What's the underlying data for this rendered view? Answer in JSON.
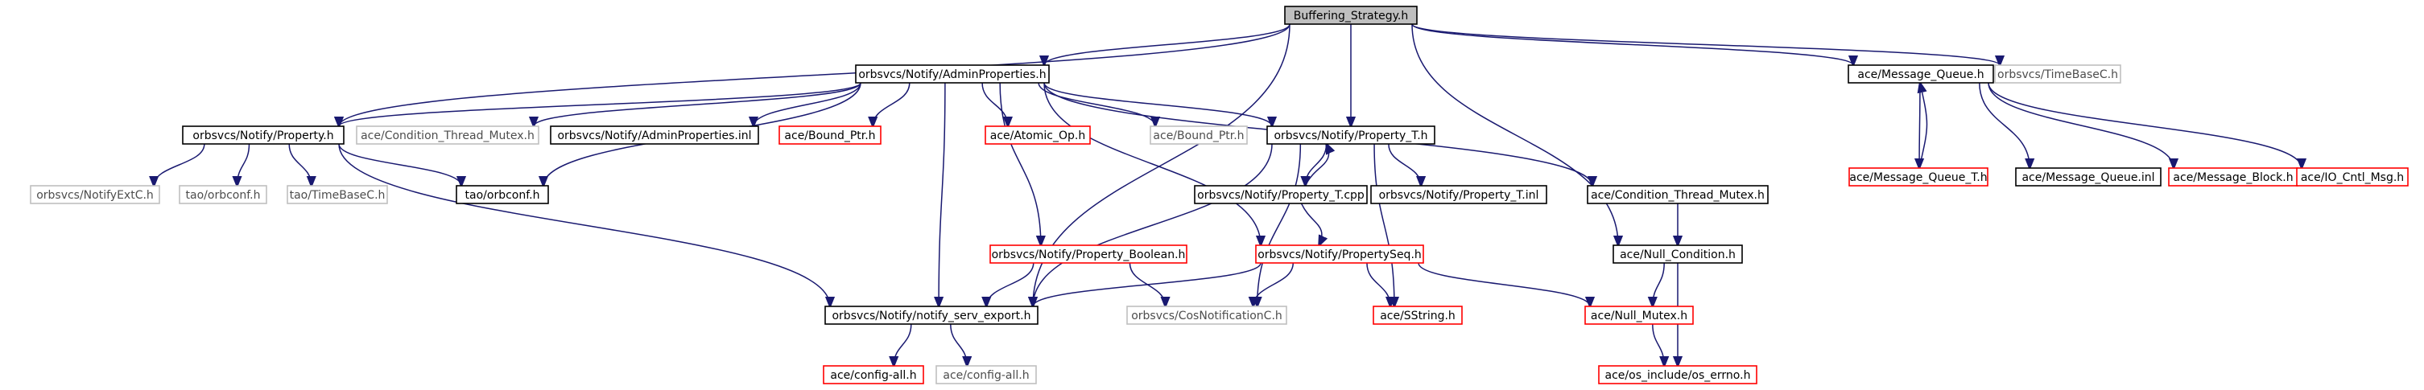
{
  "graph": {
    "nodes": [
      {
        "id": "root",
        "label": "Buffering_Strategy.h",
        "style": "black",
        "fill": "#bfbfbf"
      },
      {
        "id": "adminprops",
        "label": "orbsvcs/Notify/AdminProperties.h",
        "style": "black"
      },
      {
        "id": "msgqueue",
        "label": "ace/Message_Queue.h",
        "style": "black"
      },
      {
        "id": "timebaseC1",
        "label": "orbsvcs/TimeBaseC.h",
        "style": "gray"
      },
      {
        "id": "property",
        "label": "orbsvcs/Notify/Property.h",
        "style": "black"
      },
      {
        "id": "condmutex1",
        "label": "ace/Condition_Thread_Mutex.h",
        "style": "gray"
      },
      {
        "id": "adminpropsinl",
        "label": "orbsvcs/Notify/AdminProperties.inl",
        "style": "black"
      },
      {
        "id": "boundptr1",
        "label": "ace/Bound_Ptr.h",
        "style": "red"
      },
      {
        "id": "atomicop",
        "label": "ace/Atomic_Op.h",
        "style": "red"
      },
      {
        "id": "boundptr2",
        "label": "ace/Bound_Ptr.h",
        "style": "gray"
      },
      {
        "id": "propertyT",
        "label": "orbsvcs/Notify/Property_T.h",
        "style": "black"
      },
      {
        "id": "msgqueueT",
        "label": "ace/Message_Queue_T.h",
        "style": "red"
      },
      {
        "id": "msgqueueinl",
        "label": "ace/Message_Queue.inl",
        "style": "black"
      },
      {
        "id": "msgblock",
        "label": "ace/Message_Block.h",
        "style": "red"
      },
      {
        "id": "iocntl",
        "label": "ace/IO_Cntl_Msg.h",
        "style": "red"
      },
      {
        "id": "notifyextC",
        "label": "orbsvcs/NotifyExtC.h",
        "style": "gray"
      },
      {
        "id": "orbconf1",
        "label": "tao/orbconf.h",
        "style": "gray"
      },
      {
        "id": "timebaseC2",
        "label": "tao/TimeBaseC.h",
        "style": "gray"
      },
      {
        "id": "orbconf2",
        "label": "tao/orbconf.h",
        "style": "black"
      },
      {
        "id": "propertyTcpp",
        "label": "orbsvcs/Notify/Property_T.cpp",
        "style": "black"
      },
      {
        "id": "propertyTinl",
        "label": "orbsvcs/Notify/Property_T.inl",
        "style": "black"
      },
      {
        "id": "condmutex2",
        "label": "ace/Condition_Thread_Mutex.h",
        "style": "black"
      },
      {
        "id": "propertyBool",
        "label": "orbsvcs/Notify/Property_Boolean.h",
        "style": "red"
      },
      {
        "id": "propertySeq",
        "label": "orbsvcs/Notify/PropertySeq.h",
        "style": "red"
      },
      {
        "id": "nullcond",
        "label": "ace/Null_Condition.h",
        "style": "black"
      },
      {
        "id": "servexport",
        "label": "orbsvcs/Notify/notify_serv_export.h",
        "style": "black"
      },
      {
        "id": "cosnotifC",
        "label": "orbsvcs/CosNotificationC.h",
        "style": "gray"
      },
      {
        "id": "sstring",
        "label": "ace/SString.h",
        "style": "red"
      },
      {
        "id": "nullmutex",
        "label": "ace/Null_Mutex.h",
        "style": "red"
      },
      {
        "id": "configall1",
        "label": "ace/config-all.h",
        "style": "red"
      },
      {
        "id": "configall2",
        "label": "ace/config-all.h",
        "style": "gray"
      },
      {
        "id": "oserrno",
        "label": "ace/os_include/os_errno.h",
        "style": "red"
      }
    ],
    "edges": [
      [
        "root",
        "adminprops"
      ],
      [
        "root",
        "msgqueue"
      ],
      [
        "root",
        "property"
      ],
      [
        "root",
        "propertyT"
      ],
      [
        "root",
        "nullcond"
      ],
      [
        "root",
        "servexport"
      ],
      [
        "root",
        "timebaseC1"
      ],
      [
        "adminprops",
        "property"
      ],
      [
        "adminprops",
        "condmutex1"
      ],
      [
        "adminprops",
        "adminpropsinl"
      ],
      [
        "adminprops",
        "boundptr1"
      ],
      [
        "adminprops",
        "atomicop"
      ],
      [
        "adminprops",
        "boundptr2"
      ],
      [
        "adminprops",
        "propertyT"
      ],
      [
        "adminprops",
        "condmutex2"
      ],
      [
        "adminprops",
        "propertyBool"
      ],
      [
        "adminprops",
        "propertySeq"
      ],
      [
        "adminprops",
        "servexport"
      ],
      [
        "adminprops",
        "orbconf2"
      ],
      [
        "msgqueue",
        "msgqueueT"
      ],
      [
        "msgqueue",
        "msgqueueinl"
      ],
      [
        "msgqueue",
        "msgblock"
      ],
      [
        "msgqueue",
        "iocntl"
      ],
      [
        "msgqueueT",
        "msgqueue"
      ],
      [
        "property",
        "notifyextC"
      ],
      [
        "property",
        "orbconf1"
      ],
      [
        "property",
        "timebaseC2"
      ],
      [
        "property",
        "orbconf2"
      ],
      [
        "property",
        "servexport"
      ],
      [
        "propertyT",
        "propertyTcpp"
      ],
      [
        "propertyT",
        "propertyTinl"
      ],
      [
        "propertyT",
        "servexport"
      ],
      [
        "propertyT",
        "cosnotifC"
      ],
      [
        "propertyT",
        "sstring"
      ],
      [
        "propertyTcpp",
        "propertyT"
      ],
      [
        "propertyTcpp",
        "propertySeq"
      ],
      [
        "condmutex2",
        "nullcond"
      ],
      [
        "propertyBool",
        "servexport"
      ],
      [
        "propertyBool",
        "cosnotifC"
      ],
      [
        "propertySeq",
        "servexport"
      ],
      [
        "propertySeq",
        "cosnotifC"
      ],
      [
        "propertySeq",
        "sstring"
      ],
      [
        "propertySeq",
        "nullmutex"
      ],
      [
        "nullcond",
        "nullmutex"
      ],
      [
        "nullcond",
        "oserrno"
      ],
      [
        "nullmutex",
        "oserrno"
      ],
      [
        "servexport",
        "configall1"
      ],
      [
        "servexport",
        "configall2"
      ]
    ]
  }
}
